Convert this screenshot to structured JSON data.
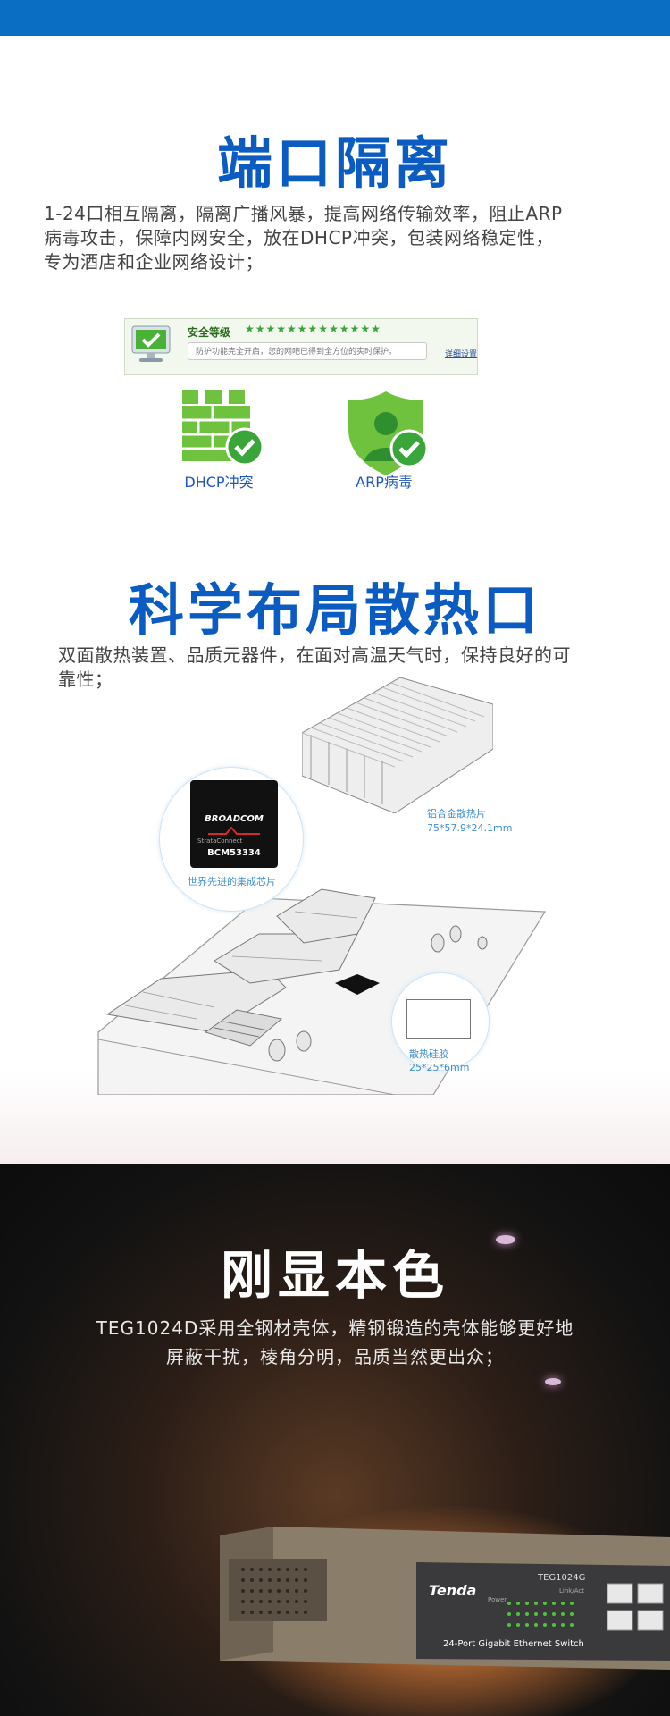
{
  "section1": {
    "title": "端口隔离",
    "lines": [
      "1-24口相互隔离，隔离广播风暴，提高网络传输效率，阻止ARP",
      "病毒攻击，保障内网安全，放在DHCP冲突，包装网络稳定性，",
      "专为酒店和企业网络设计；"
    ]
  },
  "security_panel": {
    "title": "安全等级",
    "stars": "★★★★★★★★★★★★★",
    "status": "防护功能完全开启，您的网吧已得到全方位的实时保护。",
    "link": "详细设置"
  },
  "features": [
    {
      "label": "DHCP冲突",
      "icon": "firewall-icon"
    },
    {
      "label": "ARP病毒",
      "icon": "shield-user-icon"
    }
  ],
  "section2": {
    "title": "科学布局散热口",
    "lines": [
      "双面散热装置、品质元器件，在面对高温天气时，保持良好的可",
      "靠性；"
    ]
  },
  "chip": {
    "brand": "BROADCOM",
    "sub": "StrataConnect",
    "model": "BCM53334",
    "caption": "世界先进的集成芯片"
  },
  "heatsink": {
    "name": "铝合金散热片",
    "dims": "75*57.9*24.1mm"
  },
  "pad": {
    "name": "散热硅胶",
    "dims": "25*25*6mm"
  },
  "section3": {
    "title": "刚显本色",
    "lines": [
      "TEG1024D采用全钢材壳体，精钢锻造的壳体能够更好地",
      "屏蔽干扰，棱角分明，品质当然更出众；"
    ]
  },
  "device": {
    "brand": "Tenda",
    "model": "TEG1024G",
    "desc": "24-Port Gigabit Ethernet Switch",
    "power": "Power",
    "link": "Link/Act"
  },
  "colors": {
    "accent": "#0a5cc2",
    "green": "#3aa63a"
  }
}
